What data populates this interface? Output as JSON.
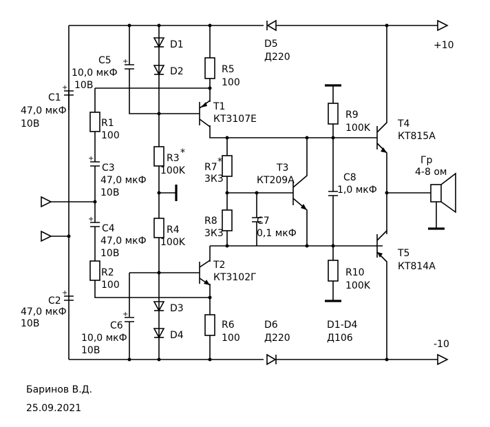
{
  "components": [
    {
      "id": "C1",
      "text": [
        "C1",
        "47,0 мкФ",
        "10В"
      ]
    },
    {
      "id": "C2",
      "text": [
        "C2",
        "47,0 мкФ",
        "10В"
      ]
    },
    {
      "id": "C3",
      "text": [
        "C3",
        "47,0 мкФ",
        "10В"
      ]
    },
    {
      "id": "C4",
      "text": [
        "C4",
        "47,0 мкФ",
        "10В"
      ]
    },
    {
      "id": "C5",
      "text": [
        "C5",
        "10,0 мкФ",
        "10В"
      ]
    },
    {
      "id": "C6",
      "text": [
        "C6",
        "10,0 мкФ",
        "10В"
      ]
    },
    {
      "id": "C7",
      "text": [
        "C7",
        "0,1 мкФ"
      ]
    },
    {
      "id": "C8",
      "text": [
        "C8",
        "1,0 мкФ"
      ]
    },
    {
      "id": "R1",
      "text": [
        "R1",
        "100"
      ]
    },
    {
      "id": "R2",
      "text": [
        "R2",
        "100"
      ]
    },
    {
      "id": "R3",
      "text": [
        "R3",
        "100K"
      ]
    },
    {
      "id": "R4",
      "text": [
        "R4",
        "100K"
      ]
    },
    {
      "id": "R5",
      "text": [
        "R5",
        "100"
      ]
    },
    {
      "id": "R6",
      "text": [
        "R6",
        "100"
      ]
    },
    {
      "id": "R7",
      "text": [
        "R7",
        "3К3"
      ]
    },
    {
      "id": "R8",
      "text": [
        "R8",
        "3К3"
      ]
    },
    {
      "id": "R9",
      "text": [
        "R9",
        "100K"
      ]
    },
    {
      "id": "R10",
      "text": [
        "R10",
        "100K"
      ]
    },
    {
      "id": "D1",
      "text": [
        "D1"
      ]
    },
    {
      "id": "D2",
      "text": [
        "D2"
      ]
    },
    {
      "id": "D3",
      "text": [
        "D3"
      ]
    },
    {
      "id": "D4",
      "text": [
        "D4"
      ]
    },
    {
      "id": "D5",
      "text": [
        "D5",
        "Д220"
      ]
    },
    {
      "id": "D6",
      "text": [
        "D6",
        "Д220"
      ]
    },
    {
      "id": "D1D4",
      "text": [
        "D1-D4",
        "Д106"
      ]
    },
    {
      "id": "T1",
      "text": [
        "T1",
        "КТ3107Е"
      ]
    },
    {
      "id": "T2",
      "text": [
        "T2",
        "КТ3102Г"
      ]
    },
    {
      "id": "T3",
      "text": [
        "T3",
        "КТ209А"
      ]
    },
    {
      "id": "T4",
      "text": [
        "T4",
        "КТ815А"
      ]
    },
    {
      "id": "T5",
      "text": [
        "T5",
        "КТ814А"
      ]
    },
    {
      "id": "SPK",
      "text": [
        "Гр",
        "4-8 ом"
      ]
    }
  ],
  "rails": {
    "positive": "+10",
    "negative": "-10"
  },
  "star_mark": "*",
  "plus_mark": "+",
  "author": "Баринов В.Д.",
  "date": "25.09.2021"
}
